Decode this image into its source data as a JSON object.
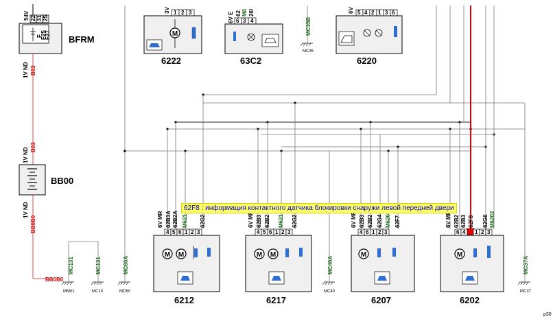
{
  "components": {
    "bfrm": {
      "label": "BFRM",
      "pins": [
        "22",
        "31",
        "25"
      ],
      "fuses": [
        "F",
        "F25",
        "F27"
      ],
      "voltage": "54V"
    },
    "bb00": {
      "label": "BB00"
    },
    "c6222": {
      "label": "6222",
      "voltage": "3V",
      "pins": [
        "1",
        "2",
        "3"
      ]
    },
    "c63c2": {
      "label": "63C2",
      "voltage": "6V E",
      "wires": [
        "62",
        "M6",
        "26!"
      ],
      "pins": [
        "6",
        "3",
        "4"
      ]
    },
    "c6220": {
      "label": "6220",
      "voltage": "6V",
      "pins": [
        "5",
        "4",
        "2",
        "1",
        "3",
        "6"
      ]
    },
    "c6212": {
      "label": "6212",
      "voltage": "6V MR",
      "wires": [
        "62B3A",
        "62B2A",
        "M621",
        "62G2"
      ],
      "pins": [
        "4",
        "5",
        "6",
        "1",
        "2",
        "3"
      ]
    },
    "c6217": {
      "label": "6217",
      "voltage": "6V MR",
      "wires": [
        "62B3",
        "62B2",
        "M621",
        "62G2"
      ],
      "pins": [
        "4",
        "5",
        "6",
        "1",
        "2",
        "3"
      ]
    },
    "c6207": {
      "label": "6207",
      "voltage": "6V MR",
      "wires": [
        "62B3",
        "62B2",
        "62G4",
        "M620",
        "62F7"
      ],
      "pins": [
        "4",
        "6",
        "1",
        "2",
        "3"
      ]
    },
    "c6202": {
      "label": "6202",
      "voltage": "6V MR",
      "wires": [
        "62B2",
        "62B3",
        "62F8",
        "62G6",
        "M6202"
      ],
      "pins": [
        "6",
        "4",
        "1",
        "2",
        "3"
      ]
    }
  },
  "wires_left": {
    "top_voltage": "1V ND",
    "top_wire": "B03",
    "mid_voltage": "1V ND",
    "mid_wire": "B03",
    "bot_voltage": "1V ND",
    "bot_wire": "BB0B0",
    "end_label": "BB0B0"
  },
  "grounds": [
    {
      "code": "MC131",
      "ref": "MM01"
    },
    {
      "code": "MC131",
      "ref": "MC13"
    },
    {
      "code": "MC60A",
      "ref": "MC60"
    },
    {
      "code": "MC40A",
      "ref": "MC40"
    },
    {
      "code": "MC37A",
      "ref": "MC37"
    },
    {
      "code": "MC35B",
      "ref": "MC35"
    }
  ],
  "tooltip": "62F8 : информация контактного датчика блокировки снаружи левой передней двери",
  "page_mark": "p30"
}
